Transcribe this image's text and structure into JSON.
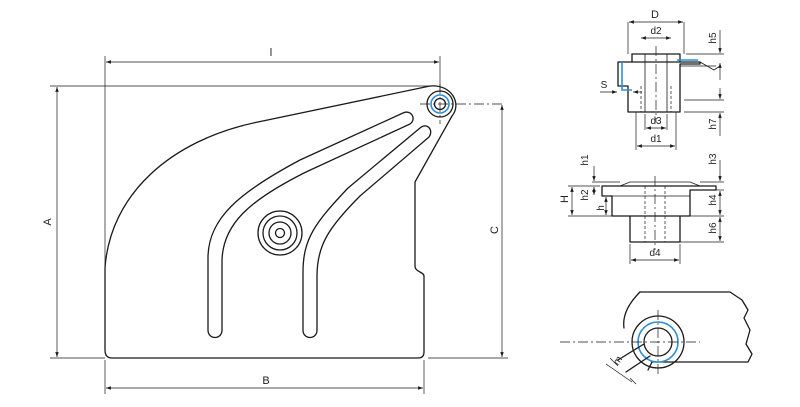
{
  "diagram": {
    "accent_color": "#2c8fd6",
    "line_color": "#1a1a1a",
    "main_view_labels": {
      "length": "l",
      "height_total": "A",
      "base_width": "B",
      "height_pivot": "C"
    },
    "bushing_section_labels": {
      "outer_diameter": "D",
      "bore_upper": "d2",
      "flange_height": "h5",
      "wall": "S",
      "bore_lower": "d3",
      "inner_diameter": "d1",
      "lower_height": "h7"
    },
    "side_section_labels": {
      "top": "h1",
      "overall": "H",
      "step": "h2",
      "plate": "h",
      "upper_right": "h3",
      "mid_right": "h4",
      "lower_right": "h6",
      "boss_diameter": "d4"
    },
    "detail_labels": {
      "gap": "m"
    }
  }
}
